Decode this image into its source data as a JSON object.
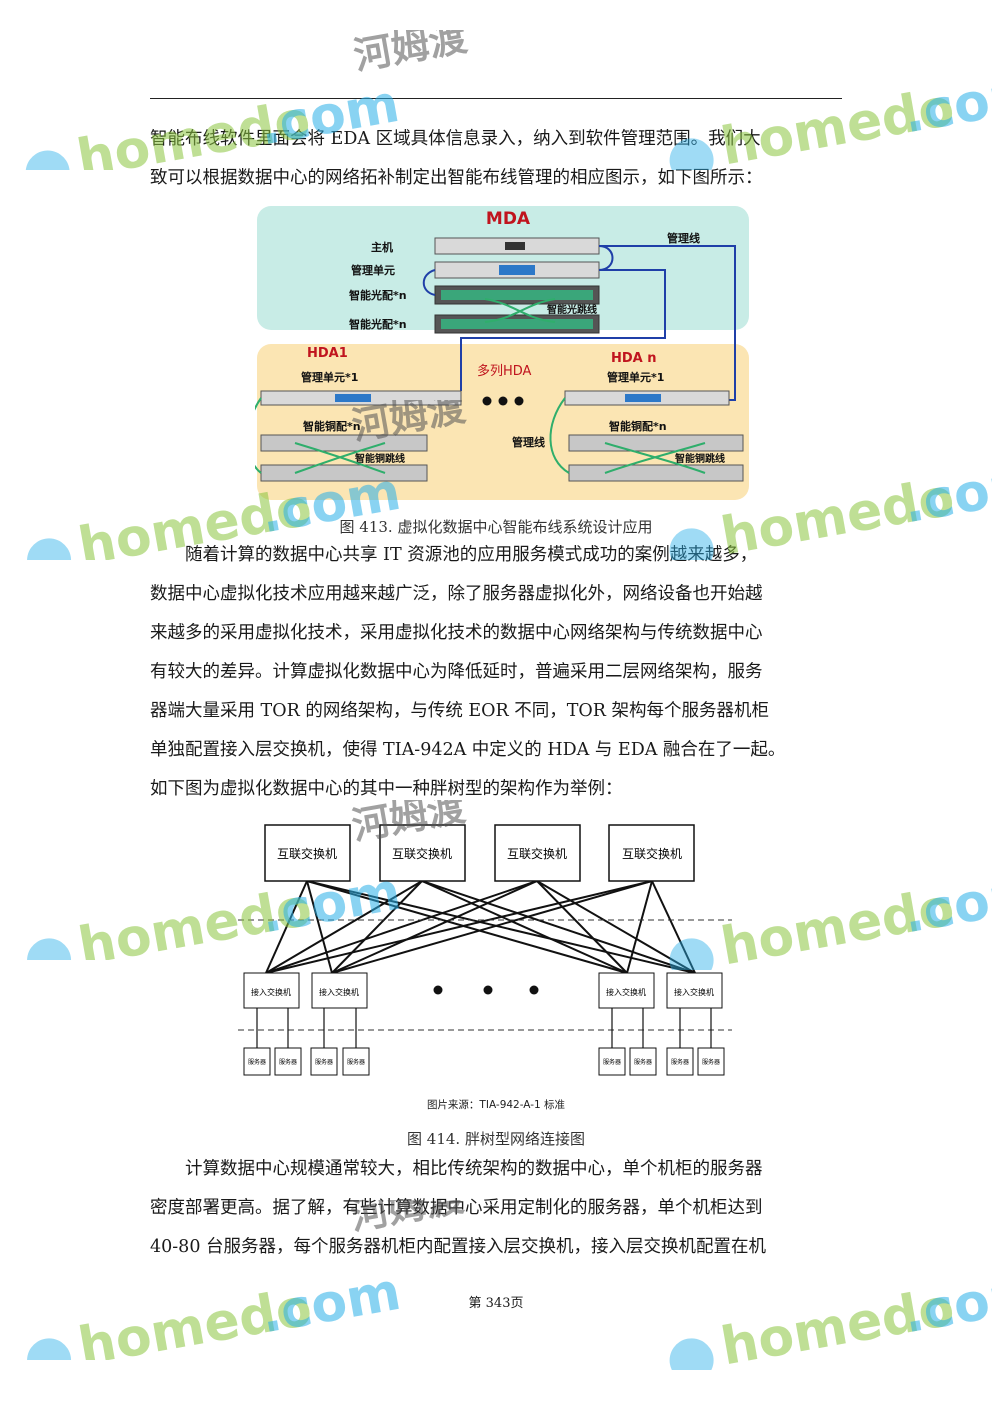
{
  "para1": [
    "智能布线软件里面会将 EDA 区域具体信息录入，纳入到软件管理范围。我们大",
    "致可以根据数据中心的网络拓补制定出智能布线管理的相应图示，如下图所示："
  ],
  "fig413": {
    "mda_title": "MDA",
    "mda_labels": [
      "主机",
      "管理单元",
      "智能光配*n",
      "智能光配*n"
    ],
    "mda_jumper": "智能光跳线",
    "mgmt_line_top": "管理线",
    "hda1_title": "HDA1",
    "hdan_title": "HDA n",
    "multi_hda": "多列HDA",
    "hda_mgmt_unit": "管理单元*1",
    "hda_copper": "智能铜配*n",
    "hda_copper_jumper": "智能铜跳线",
    "mgmt_line_mid": "管理线",
    "caption": "图 413.   虚拟化数据中心智能布线系统设计应用"
  },
  "para2": [
    "随着计算的数据中心共享 IT 资源池的应用服务模式成功的案例越来越多，",
    "数据中心虚拟化技术应用越来越广泛，除了服务器虚拟化外，网络设备也开始越",
    "来越多的采用虚拟化技术，采用虚拟化技术的数据中心网络架构与传统数据中心",
    "有较大的差异。计算虚拟化数据中心为降低延时，普遍采用二层网络架构，服务",
    "器端大量采用 TOR 的网络架构，与传统 EOR 不同，TOR 架构每个服务器机柜",
    "单独配置接入层交换机，使得 TIA-942A 中定义的 HDA 与 EDA 融合在了一起。",
    "如下图为虚拟化数据中心的其中一种胖树型的架构作为举例："
  ],
  "fig414": {
    "core_labels": [
      "互联交换机",
      "互联交换机",
      "互联交换机",
      "互联交换机"
    ],
    "access_label": "接入交换机",
    "server_label": "服务器",
    "source": "图片来源：TIA-942-A-1 标准",
    "caption": "图 414.   胖树型网络连接图"
  },
  "para3": [
    "计算数据中心规模通常较大，相比传统架构的数据中心，单个机柜的服务器",
    "密度部署更高。据了解，有些计算数据中心采用定制化的服务器，单个机柜达到",
    "40-80 台服务器，每个服务器机柜内配置接入层交换机，接入层交换机配置在机"
  ],
  "page_number": "第 343页",
  "watermark": {
    "brand": "homedo.com",
    "cn": "河姆渡",
    "green": "#8cc63f",
    "blue": "#2ab0e8"
  }
}
